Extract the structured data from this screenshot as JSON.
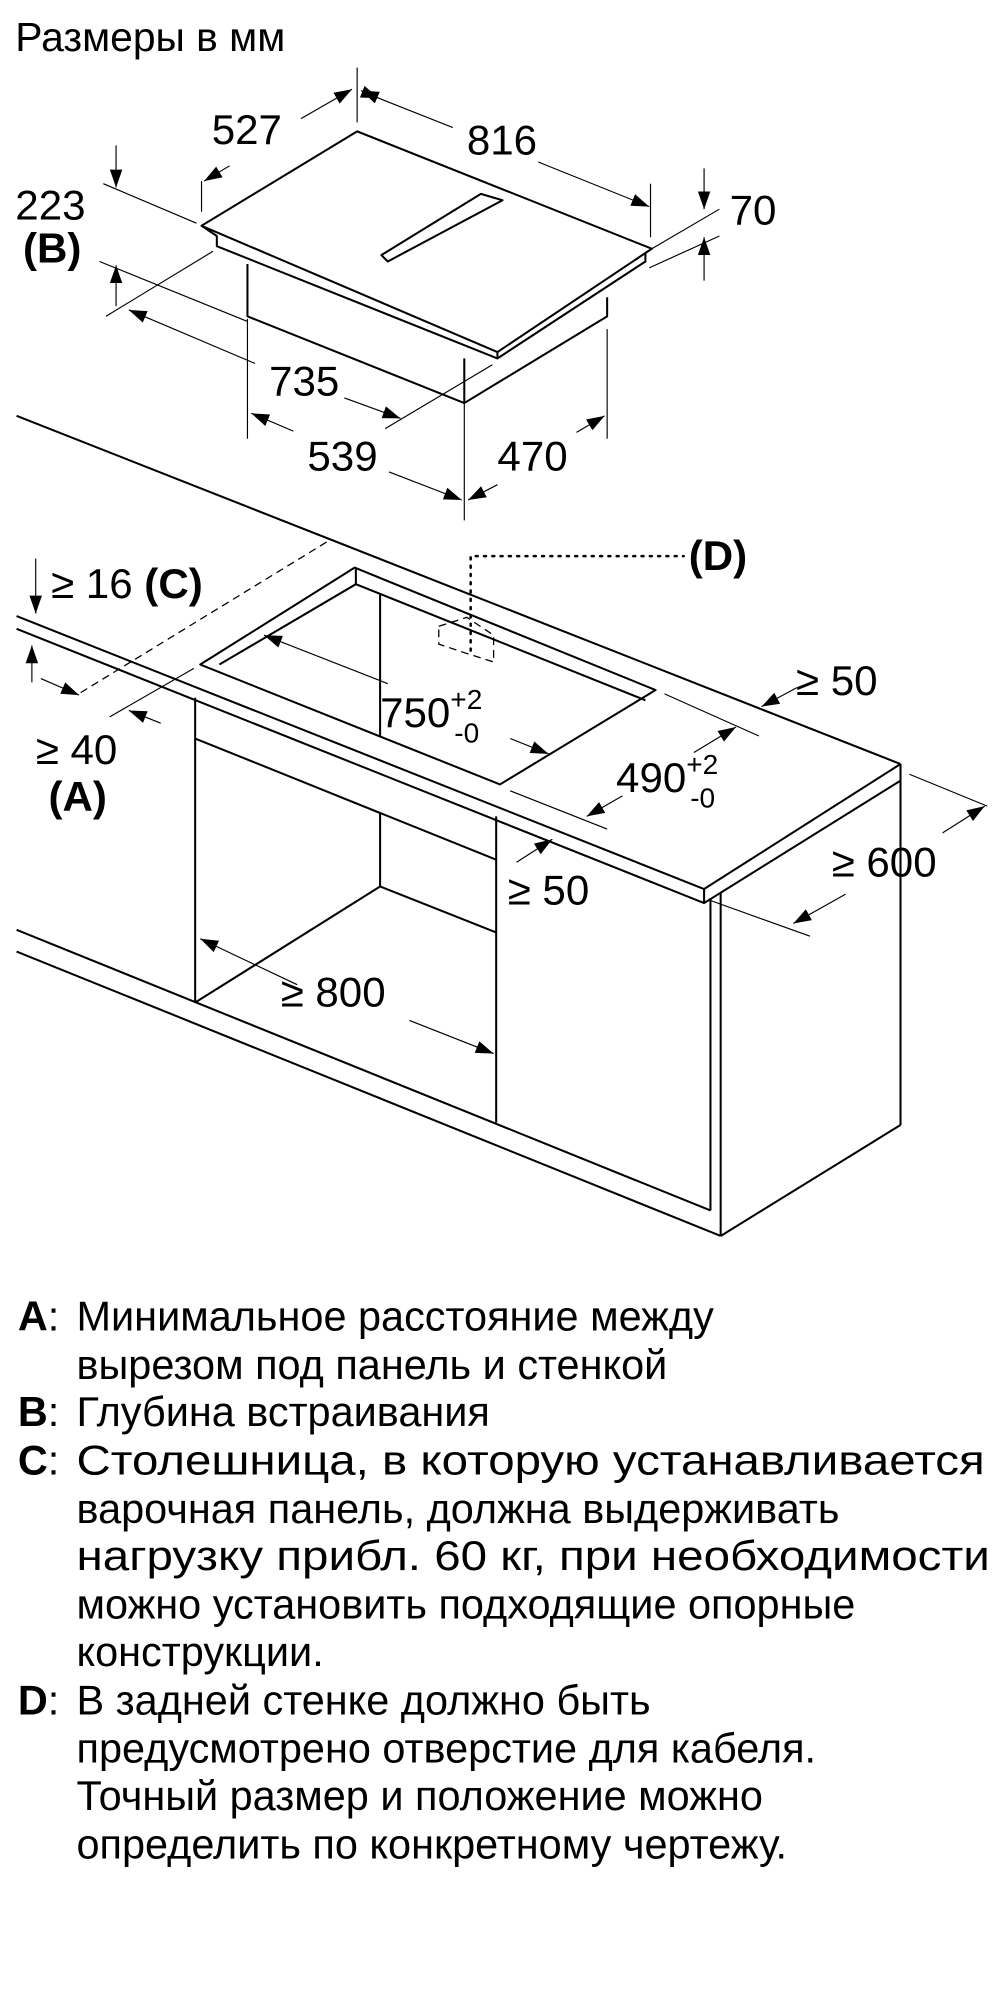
{
  "title": "Размеры в мм",
  "hob_dimensions": {
    "width": "816",
    "depth": "527",
    "install_depth": "223",
    "install_depth_ref": "(B)",
    "thickness": "70",
    "body_length": "735",
    "body_width_front": "539",
    "body_depth": "470"
  },
  "cutout_dimensions": {
    "worktop_min": "≥ 16",
    "worktop_ref": "(C)",
    "wall_gap": "≥ 40",
    "wall_gap_ref": "(A)",
    "cutout_length": "750",
    "cutout_length_tol_plus": "+2",
    "cutout_length_tol_minus": "-0",
    "cutout_depth": "490",
    "cutout_depth_tol_plus": "+2",
    "cutout_depth_tol_minus": "-0",
    "back_gap": "≥ 50",
    "front_gap": "≥ 50",
    "worktop_depth": "≥ 600",
    "cabinet_width": "≥ 800",
    "cable_ref": "(D)"
  },
  "legend": [
    {
      "letter": "A",
      "lines": [
        "Минимальное расстояние между",
        "вырезом под панель и стенкой"
      ]
    },
    {
      "letter": "B",
      "lines": [
        "Глубина встраивания"
      ]
    },
    {
      "letter": "C",
      "lines": [
        "Столешница, в которую устанавливается",
        "варочная панель, должна выдерживать",
        "нагрузку прибл. 60 кг, при необходимости",
        "можно установить подходящие опорные",
        "конструкции."
      ]
    },
    {
      "letter": "D",
      "lines": [
        "В задней стенке должно быть",
        "предусмотрено отверстие для кабеля.",
        "Точный размер и положение можно",
        "определить по конкретному чертежу."
      ]
    }
  ]
}
